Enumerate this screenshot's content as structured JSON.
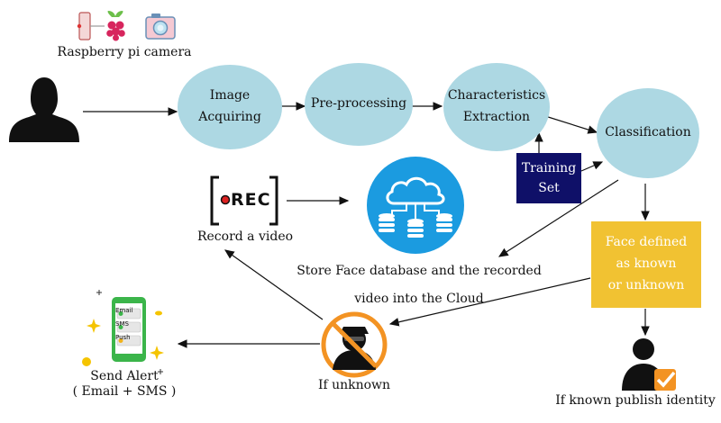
{
  "camera": {
    "label": "Raspberry pi camera",
    "icons": [
      "pi-board-icon",
      "raspberry-logo-icon",
      "camera-icon"
    ]
  },
  "person": {
    "icon": "person-silhouette-icon"
  },
  "steps": {
    "acquire": [
      "Image",
      "Acquiring"
    ],
    "preprocess": "Pre-processing",
    "extract": [
      "Characteristics",
      "Extraction"
    ],
    "classify": "Classification"
  },
  "training": [
    "Training",
    "Set"
  ],
  "decision": [
    "Face defined",
    "as known",
    "or unknown"
  ],
  "known": {
    "label": "If known publish identity",
    "icon": "verified-user-icon"
  },
  "unknown": {
    "label": "If unknown",
    "icon": "blocked-intruder-icon"
  },
  "rec": {
    "text": "REC",
    "label": "Record a video"
  },
  "cloud": {
    "label": [
      "Store Face database and the recorded",
      "video into the Cloud"
    ],
    "icon": "cloud-database-icon"
  },
  "alert": {
    "label": [
      "Send Alert",
      "( Email + SMS )"
    ],
    "phone_items": [
      "Email",
      "SMS",
      "Push"
    ],
    "icon": "phone-alert-icon"
  },
  "colors": {
    "step_fill": "#add8e3",
    "training_fill": "#0f1068",
    "decision_fill": "#f1c232",
    "cloud_blue": "#1b9be0",
    "stop_orange": "#f39323",
    "phone_green": "#3bb54a"
  }
}
